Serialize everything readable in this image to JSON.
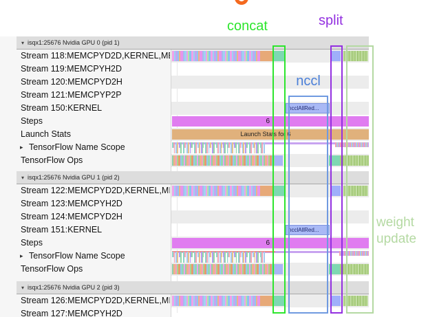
{
  "annotations": {
    "concat": "concat",
    "split": "split",
    "nccl": "nccl",
    "weight_line1": "weight",
    "weight_line2": "update"
  },
  "colors": {
    "concat_accent": "#2ce52c",
    "split_accent": "#9330e0",
    "nccl_text": "#4a7fd8",
    "nccl_box_border": "#6f9ae0",
    "weight_update_accent": "#b4d9a2",
    "steps_bar": "#e07cf0",
    "launch_stats_bar": "#e0b17c",
    "nccl_event_fill": "#a9b9f5",
    "header_band": "#dddddd",
    "row_alt_band": "#ececec"
  },
  "events": {
    "steps_value": "6",
    "launch_stats_label": "Launch Stats for 6",
    "nccl_event_label": "ncclAllRed..."
  },
  "sections": [
    {
      "header": "isqx1:25676 Nvidia GPU 0 (pid 1)",
      "rows": [
        "Stream 118:MEMCPYD2D,KERNEL,ME",
        "Stream 119:MEMCPYH2D",
        "Stream 120:MEMCPYD2H",
        "Stream 121:MEMCPYP2P",
        "Stream 150:KERNEL",
        "Steps",
        "Launch Stats",
        "TensorFlow Name Scope",
        "TensorFlow Ops"
      ]
    },
    {
      "header": "isqx1:25676 Nvidia GPU 1 (pid 2)",
      "rows": [
        "Stream 122:MEMCPYD2D,KERNEL,MI",
        "Stream 123:MEMCPYH2D",
        "Stream 124:MEMCPYD2H",
        "Stream 151:KERNEL",
        "Steps",
        "TensorFlow Name Scope",
        "TensorFlow Ops"
      ]
    },
    {
      "header": "isqx1:25676 Nvidia GPU 2 (pid 3)",
      "rows": [
        "Stream 126:MEMCPYD2D,KERNEL,MI",
        "Stream 127:MEMCPYH2D"
      ]
    }
  ]
}
